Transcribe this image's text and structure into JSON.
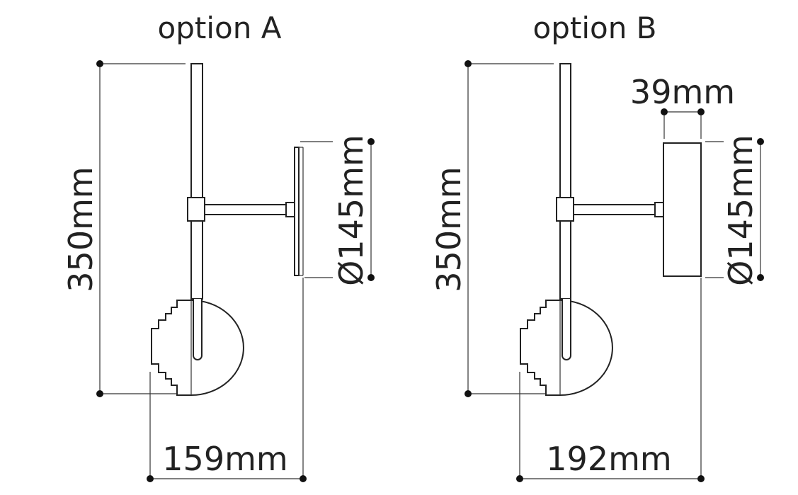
{
  "option_a": {
    "title": "option A",
    "height_label": "350mm",
    "diameter_label": "Ø145mm",
    "depth_label": "159mm"
  },
  "option_b": {
    "title": "option B",
    "height_label": "350mm",
    "diameter_label": "Ø145mm",
    "depth_label": "192mm",
    "canopy_label": "39mm"
  },
  "colors": {
    "line": "#222222",
    "background": "#ffffff"
  }
}
